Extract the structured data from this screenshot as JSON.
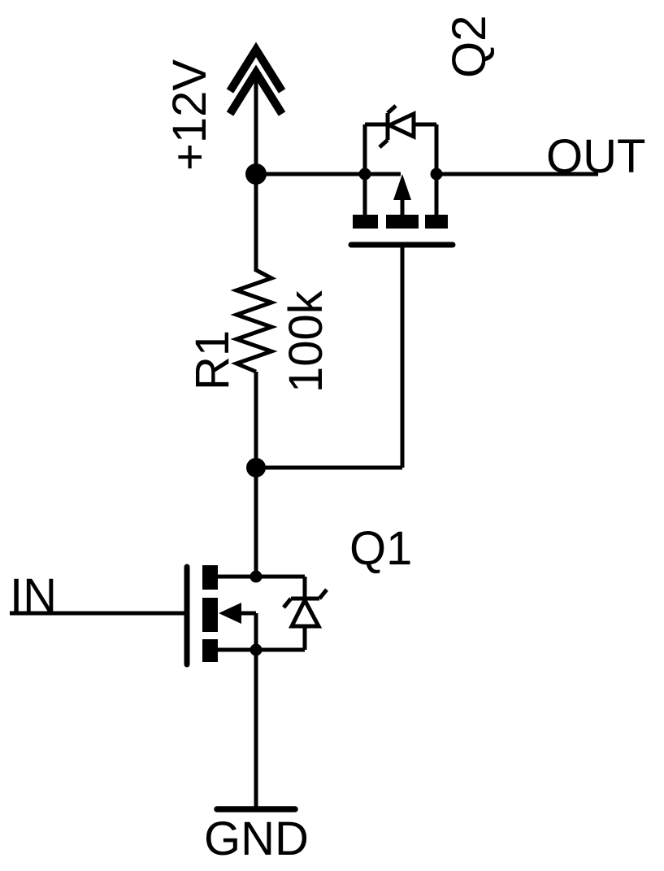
{
  "colors": {
    "ink": "#000000",
    "background": "#ffffff"
  },
  "power": {
    "rail_label": "+12V",
    "ground_label": "GND"
  },
  "ports": {
    "input_label": "IN",
    "output_label": "OUT"
  },
  "components": {
    "resistor": {
      "ref": "R1",
      "value": "100k"
    },
    "q1": {
      "ref": "Q1"
    },
    "q2": {
      "ref": "Q2"
    }
  }
}
